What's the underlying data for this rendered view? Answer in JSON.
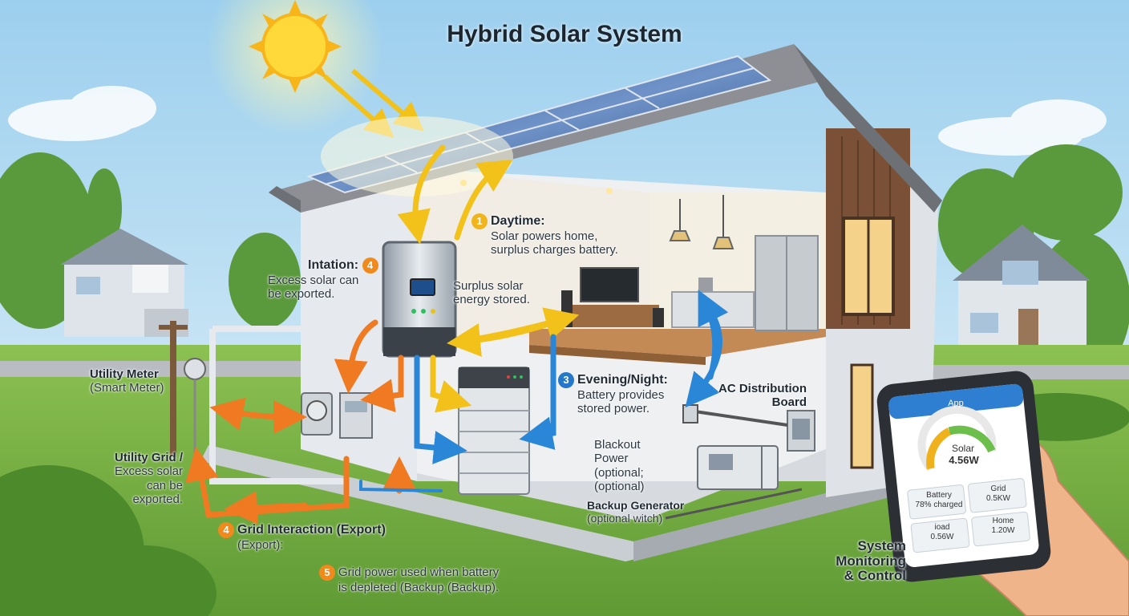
{
  "title": "Hybrid Solar System",
  "labels": {
    "daytime": {
      "num": "1",
      "head": "Daytime:",
      "line1": "Solar powers home,",
      "line2": "surplus charges battery."
    },
    "intation": {
      "head": "Intation:",
      "num": "4",
      "line1": "Excess solar can",
      "line2": "be exported."
    },
    "surplus": {
      "line1": "Surplus solar",
      "line2": "energy stored."
    },
    "evening": {
      "num": "3",
      "head": "Evening/Night:",
      "line1": "Battery provides",
      "line2": "stored power."
    },
    "ac_board": {
      "line1": "AC Distribution",
      "line2": "Board"
    },
    "utility_meter": {
      "head": "Utility Meter",
      "sub": "(Smart Meter)"
    },
    "utility_grid": {
      "head": "Utility Grid /",
      "line1": "Excess solar",
      "line2": "can be exported."
    },
    "blackout": {
      "line1": "Blackout",
      "line2": "Power",
      "line3": "(optional;",
      "line4": "(optional)"
    },
    "backup_generator": {
      "head": "Backup Generator",
      "sub": "(optional witch)"
    },
    "grid_interaction": {
      "num": "4",
      "head": "Grid Interaction (Export)",
      "sub": "(Export):"
    },
    "grid_power": {
      "num": "5",
      "line1": "Grid power used when battery",
      "line2": "is depleted (Backup (Backup)."
    },
    "monitoring": {
      "line1": "System",
      "line2": "Monitoring",
      "line3": "& Control"
    }
  },
  "phone": {
    "app_title": "App",
    "gauge_label": "Solar",
    "gauge_value": "4.56W",
    "tiles": [
      {
        "line1": "Battery",
        "line2": "78% charged"
      },
      {
        "line1": "Grid",
        "line2": "0.5KW"
      },
      {
        "line1": "ioad",
        "line2": "0.56W"
      },
      {
        "line1": "Home",
        "line2": "1.20W"
      }
    ]
  },
  "colors": {
    "orange_flow": "#f07a22",
    "yellow_flow": "#f2c21b",
    "blue_flow": "#2a86d6",
    "badge_orange": "#f08a1c",
    "badge_blue": "#2577c9",
    "badge_yellow": "#f0b51c"
  }
}
